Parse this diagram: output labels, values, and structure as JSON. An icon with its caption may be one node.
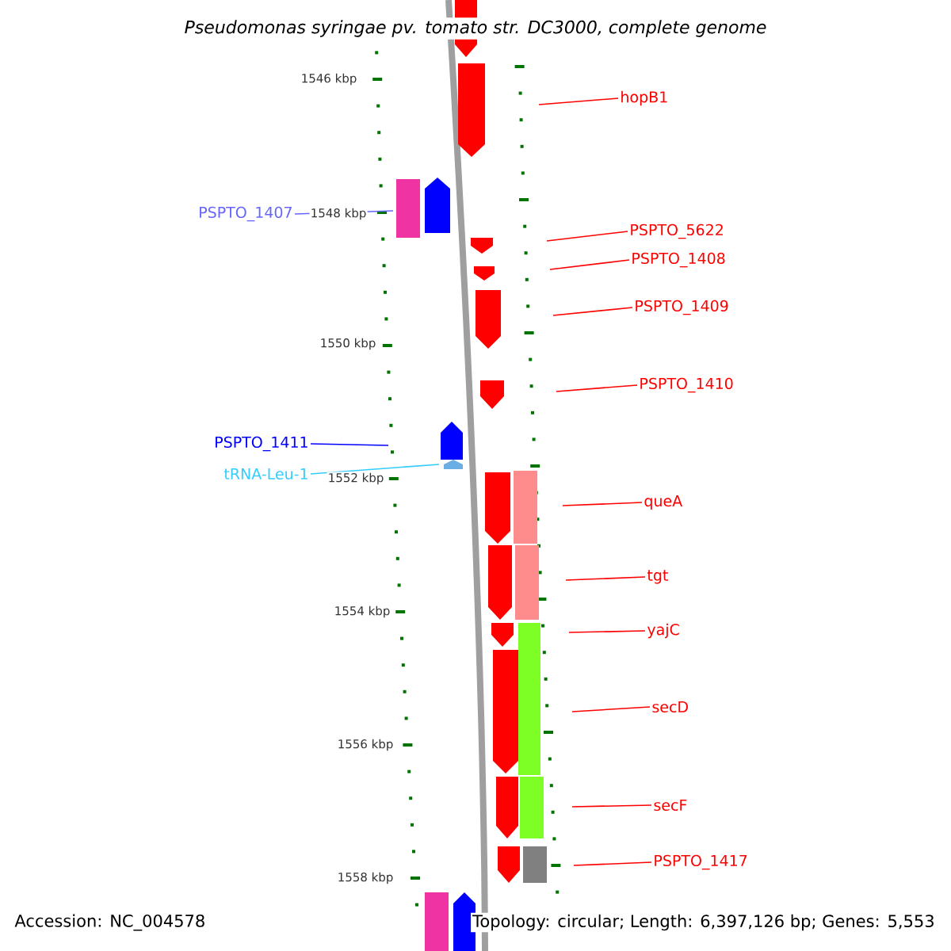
{
  "diagram": {
    "title": "Pseudomonas syringae pv. tomato str. DC3000, complete genome",
    "nodes": [
      {
        "text": [
          "hopB1"
        ]
      },
      {
        "text": [
          "PSPTO_1407"
        ]
      },
      {
        "text": [
          "PSPTO_5622"
        ]
      },
      {
        "text": [
          "PSPTO_1408"
        ]
      },
      {
        "text": [
          "PSPTO_1409"
        ]
      },
      {
        "text": [
          "PSPTO_1410"
        ]
      },
      {
        "text": [
          "PSPTO_1411"
        ]
      },
      {
        "text": [
          "tRNA-Leu-1"
        ]
      },
      {
        "text": [
          "queA"
        ]
      },
      {
        "text": [
          "tgt"
        ]
      },
      {
        "text": [
          "yajC"
        ]
      },
      {
        "text": [
          "secD"
        ]
      },
      {
        "text": [
          "secF"
        ]
      },
      {
        "text": [
          "PSPTO_1417"
        ]
      }
    ],
    "edges": [
      {
        "from": 0,
        "to": null,
        "arrow": "none"
      },
      {
        "from": 1,
        "to": null,
        "arrow": "none",
        "color": "#6666ff"
      },
      {
        "from": 2,
        "to": null,
        "arrow": "none"
      },
      {
        "from": 3,
        "to": null,
        "arrow": "none"
      },
      {
        "from": 4,
        "to": null,
        "arrow": "none"
      },
      {
        "from": 5,
        "to": null,
        "arrow": "none"
      },
      {
        "from": 6,
        "to": null,
        "arrow": "none",
        "color": "#0000ff"
      },
      {
        "from": 7,
        "to": null,
        "arrow": "none",
        "color": "#33ccff"
      },
      {
        "from": 8,
        "to": null,
        "arrow": "none"
      },
      {
        "from": 9,
        "to": null,
        "arrow": "none"
      },
      {
        "from": 10,
        "to": null,
        "arrow": "none"
      },
      {
        "from": 11,
        "to": null,
        "arrow": "none"
      },
      {
        "from": 12,
        "to": null,
        "arrow": "none"
      },
      {
        "from": 13,
        "to": null,
        "arrow": "none"
      }
    ],
    "labels": [
      "1546 kbp",
      "1548 kbp",
      "1550 kbp",
      "1552 kbp",
      "1554 kbp",
      "1556 kbp",
      "1558 kbp",
      "Accession: NC_004578",
      "Topology: circular; Length: 6,397,126 bp; Genes: 5,553"
    ]
  }
}
